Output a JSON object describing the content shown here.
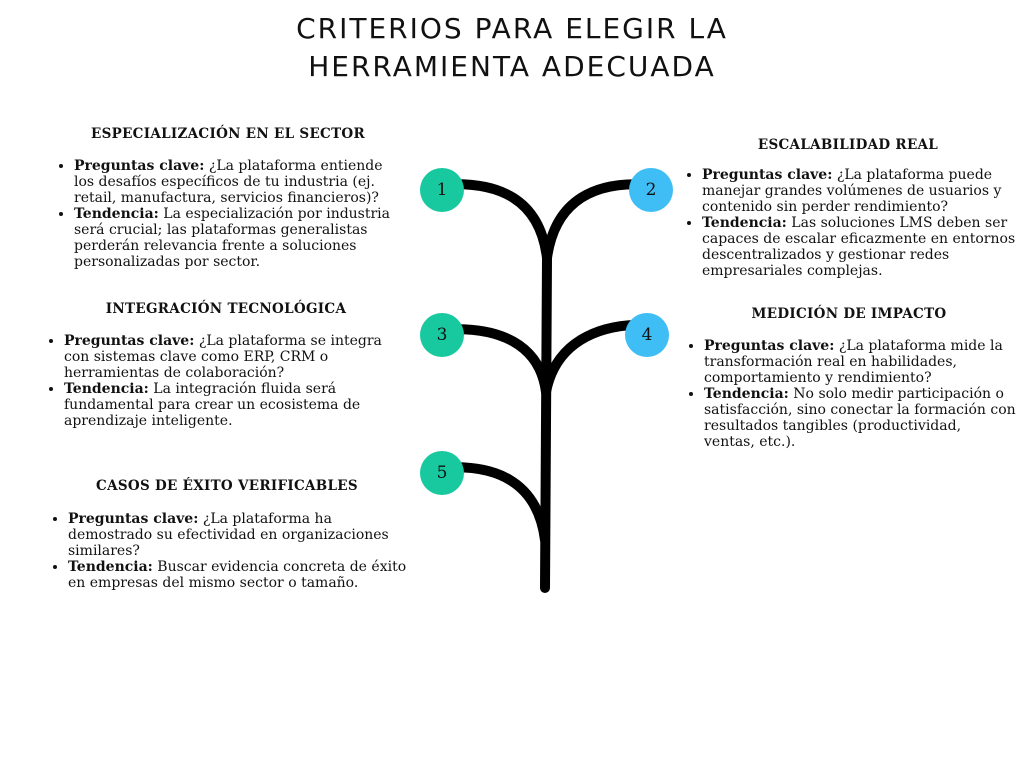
{
  "title": {
    "line1": "CRITERIOS PARA ELEGIR LA",
    "line2": "HERRAMIENTA ADECUADA"
  },
  "colors": {
    "green": "#18c9a0",
    "blue": "#3fbdf5",
    "trunk": "#000000"
  },
  "nodes": [
    {
      "number": "1",
      "color": "green"
    },
    {
      "number": "2",
      "color": "blue"
    },
    {
      "number": "3",
      "color": "green"
    },
    {
      "number": "4",
      "color": "blue"
    },
    {
      "number": "5",
      "color": "green"
    }
  ],
  "blocks": [
    {
      "heading": "ESPECIALIZACIÓN EN EL SECTOR",
      "q_label": "Preguntas clave:",
      "q_text": " ¿La plataforma entiende los desafíos específicos de tu industria (ej. retail, manufactura, servicios financieros)?",
      "t_label": "Tendencia:",
      "t_text": " La especialización por industria será crucial; las plataformas generalistas perderán relevancia frente a soluciones personalizadas por sector."
    },
    {
      "heading": "ESCALABILIDAD REAL",
      "q_label": "Preguntas clave:",
      "q_text": " ¿La plataforma puede manejar grandes volúmenes de usuarios y contenido sin perder rendimiento?",
      "t_label": "Tendencia:",
      "t_text": " Las soluciones LMS deben ser capaces de escalar eficazmente en entornos descentralizados y gestionar redes empresariales complejas."
    },
    {
      "heading": "INTEGRACIÓN TECNOLÓGICA",
      "q_label": "Preguntas clave:",
      "q_text": " ¿La plataforma se integra con sistemas clave como ERP, CRM o herramientas de colaboración?",
      "t_label": "Tendencia:",
      "t_text": " La integración fluida será fundamental para crear un ecosistema de aprendizaje inteligente."
    },
    {
      "heading": "MEDICIÓN DE IMPACTO",
      "q_label": "Preguntas clave:",
      "q_text": " ¿La plataforma mide la transformación real en habilidades, comportamiento y rendimiento?",
      "t_label": "Tendencia:",
      "t_text": " No solo medir participación o satisfacción, sino conectar la formación con resultados tangibles (productividad, ventas, etc.)."
    },
    {
      "heading": "CASOS DE ÉXITO VERIFICABLES",
      "q_label": "Preguntas clave:",
      "q_text": " ¿La plataforma ha demostrado su efectividad en organizaciones similares?",
      "t_label": "Tendencia:",
      "t_text": " Buscar evidencia concreta de éxito en empresas del mismo sector o tamaño."
    }
  ]
}
